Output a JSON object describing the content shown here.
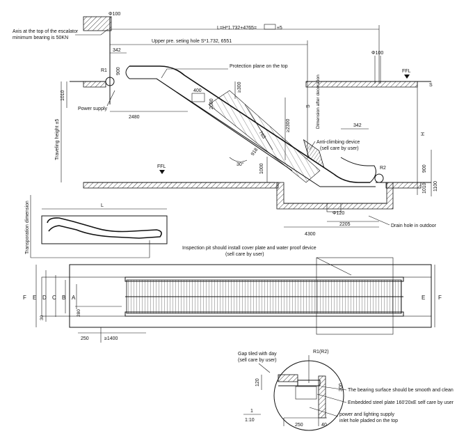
{
  "elevation": {
    "top_left_dim": "Φ100",
    "axis_note_line1": "Axis at the top of the escalator",
    "axis_note_line2": "minimum bearing is 50KN",
    "L_formula": "L=H*1.732+4765=",
    "L_tolerance": "±5",
    "upper_pre_setting": "Upper pre. seting hole S*1.732, 6551",
    "top_right_dim": "Φ100",
    "dim_342_top": "342",
    "r1": "R1",
    "dim_900_top": "900",
    "ffl_top": "FFL",
    "s_right": "S",
    "protection_plane": "Protection plane on the top",
    "dim_1010_left": "1010",
    "dim_400": "400",
    "dim_ge300": "≥300",
    "power_supply": "Power supply",
    "dim_2000": "2000",
    "dim_s": "S",
    "dimension_after_decoration": "Dimension after decoration",
    "dim_2480": "2480",
    "dim_763": "763",
    "dim_ge2300": "≥2300",
    "traveling_height": "Traveling height ±5",
    "dim_342_bottom": "342",
    "dim_918": "918",
    "anti_climbing_line1": "Anti-climbing device",
    "anti_climbing_line2": "(sell care by user)",
    "angle": "30°",
    "dim_1000": "1000",
    "ffl_bottom": "FFL",
    "r2": "R2",
    "dim_900_bottom": "900",
    "dim_h": "H",
    "dim_1010_right": "1010",
    "dim_1100": "1100",
    "dim_120": "Φ120",
    "dim_2205": "2205",
    "dim_4300": "4300",
    "drain_hole": "Drain hole in outdoor"
  },
  "transport": {
    "label": "Transporation dimension",
    "dim_L": "L"
  },
  "plan": {
    "inspection_line1": "Inspection pit should install cover plate and water proof device",
    "inspection_line2": "(sell care by user)",
    "labels_left": [
      "F",
      "E",
      "D",
      "C",
      "B",
      "A"
    ],
    "labels_right": [
      "E",
      "F"
    ],
    "dim_30": "30",
    "dim_280": "280",
    "dim_250": "250",
    "dim_ge1400": "≥1400"
  },
  "detail": {
    "gap_line1": "Gap tiled with day",
    "gap_line2": "(sell care by user)",
    "r1r2": "R1(R2)",
    "dim_120": "120",
    "dim_300": "300",
    "bearing_note": "The bearing surface should be smooth and clean",
    "embedded_note": "Embedded steel plate 160'20xE self care by user",
    "power_line1": "power and lighting supply",
    "power_line2": "inlet hole pladed on the top",
    "dim_250": "250",
    "dim_40": "40",
    "scale_top": "1",
    "scale_bottom": "1:10"
  }
}
